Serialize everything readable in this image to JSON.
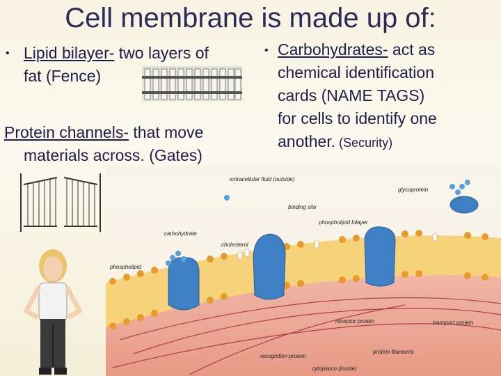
{
  "slide": {
    "title": "Cell membrane is made up of:",
    "left": {
      "bullet": "•",
      "lipid_term": "Lipid bilayer-",
      "lipid_line1_rest": " two layers of",
      "lipid_line2": "fat (Fence)",
      "protein_term": "Protein channels-",
      "protein_line1_rest": " that move",
      "protein_line2": "materials across. (Gates)"
    },
    "right": {
      "bullet": "•",
      "carb_term": "Carbohydrates-",
      "carb_line1_rest": " act as",
      "line2": "chemical identification",
      "line3": "cards (NAME TAGS)",
      "line4": "for cells to identify one",
      "line5_main": "another.",
      "line5_small": " (Security)"
    }
  },
  "diagram": {
    "labels": {
      "extracellular": "extracellular fluid (outside)",
      "glycoprotein": "glycoprotein",
      "binding_site": "binding site",
      "phospholipid_bilayer": "phospholipid bilayer",
      "carbohydrate": "carbohydrate",
      "cholesterol": "cholesterol",
      "phospholipid": "phospholipid",
      "receptor_protein": "receptor protein",
      "transport_protein": "transport protein",
      "protein_filaments": "protein filaments",
      "recognition_protein": "recognition protein",
      "cytoplasm": "cytoplasm (inside)"
    }
  },
  "colors": {
    "title": "#2b2b55",
    "text": "#1e1e48",
    "membrane_head": "#e89a2a",
    "protein": "#3f7fc4"
  }
}
